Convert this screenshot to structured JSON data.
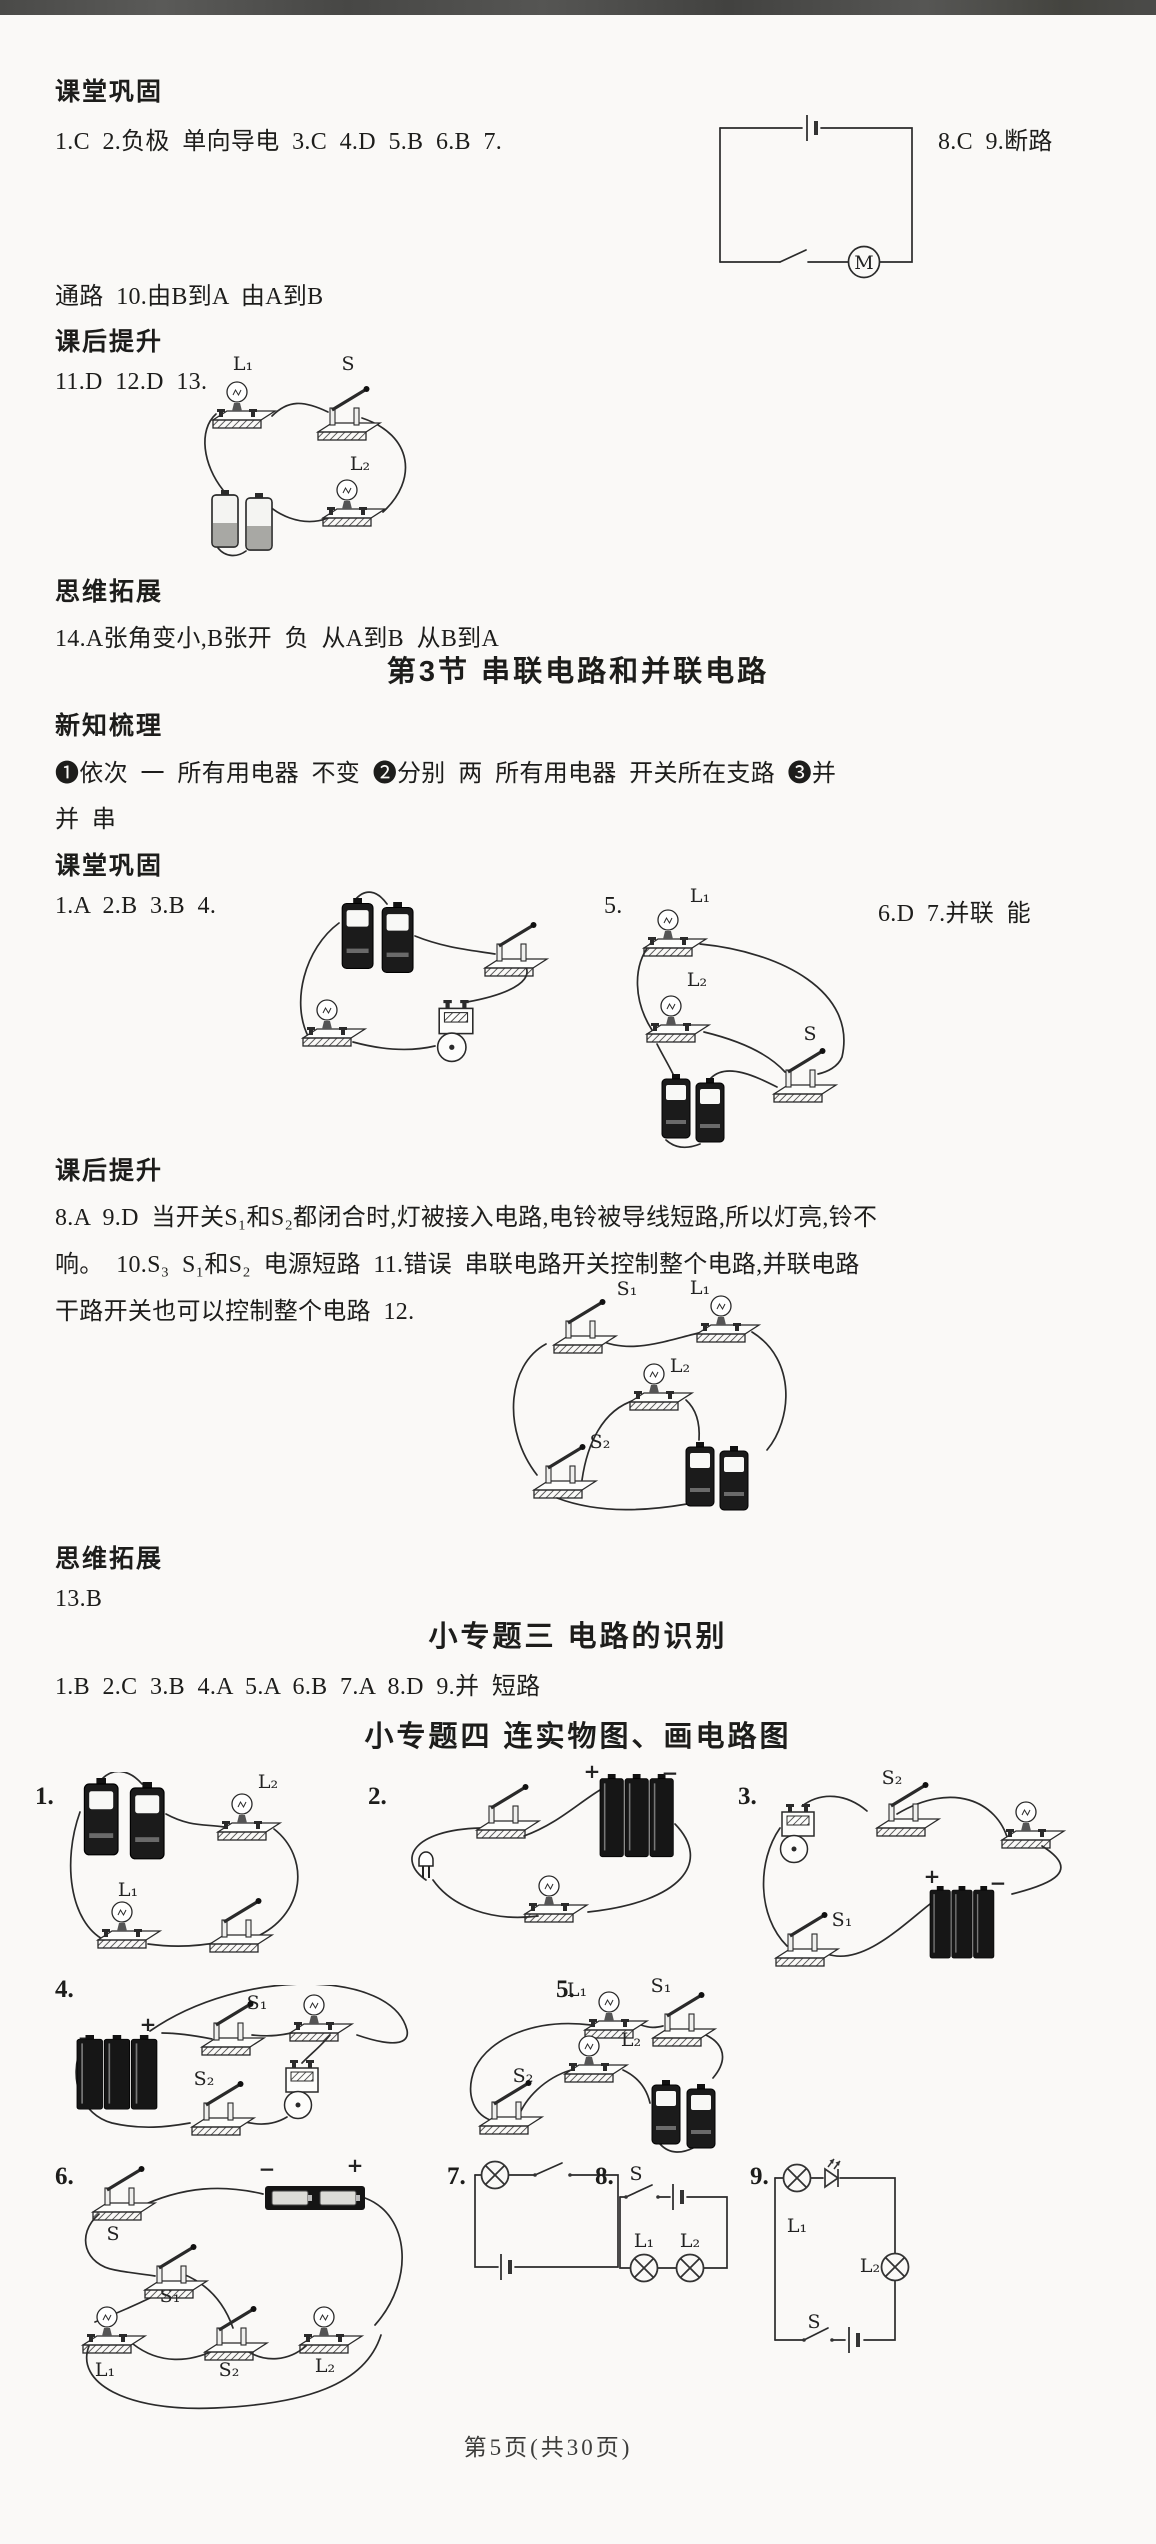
{
  "page": {
    "footer": "第5页(共30页)"
  },
  "sec1": {
    "h_classwork": "课堂巩固",
    "ans1a": "1.C  2.负极  单向导电  3.C  4.D  5.B  6.B  7.",
    "ans1b": "8.C  9.断路",
    "ans2": "通路  10.由B到A  由A到B",
    "h_afterclass": "课后提升",
    "ans3": "11.D  12.D  13.",
    "h_thinking": "思维拓展",
    "ans4": "14.A张角变小,B张开  负  从A到B  从B到A"
  },
  "sec2": {
    "title": "第3节  串联电路和并联电路",
    "h_newknowledge": "新知梳理",
    "know1": "❶依次  一  所有用电器  不变  ❷分别  两  所有用电器  开关所在支路  ❸并",
    "know2": "并  串",
    "h_classwork": "课堂巩固",
    "ans1": "1.A  2.B  3.B  4.",
    "ans1_mid": "5.",
    "ans1_end": "6.D  7.并联  能",
    "h_afterclass": "课后提升",
    "after1": "8.A  9.D  当开关S₁和S₂都闭合时,灯被接入电路,电铃被导线短路,所以灯亮,铃不",
    "after2": "响。  10.S₃  S₁和S₂  电源短路  11.错误  串联电路开关控制整个电路,并联电路",
    "after3": "干路开关也可以控制整个电路  12.",
    "h_thinking": "思维拓展",
    "ans13": "13.B"
  },
  "sec3": {
    "title": "小专题三  电路的识别",
    "answers": "1.B  2.C  3.B  4.A  5.A  6.B  7.A  8.D  9.并  短路"
  },
  "sec4": {
    "title": "小专题四  连实物图、画电路图",
    "nums": [
      "1.",
      "2.",
      "3.",
      "4.",
      "5.",
      "6.",
      "7.",
      "8.",
      "9."
    ]
  },
  "labels": {
    "d7": {
      "motor": "M"
    },
    "d13": {
      "l1": "L₁",
      "s": "S",
      "l2": "L₂"
    },
    "d5": {
      "l1": "L₁",
      "l2": "L₂",
      "s": "S"
    },
    "d12": {
      "s1": "S₁",
      "l1": "L₁",
      "l2": "L₂",
      "s2": "S₂"
    },
    "p1": {
      "l2": "L₂",
      "l1": "L₁"
    },
    "p2": {
      "plus": "+",
      "minus": "−"
    },
    "p3": {
      "s2": "S₂",
      "plus": "+",
      "minus": "−",
      "s1": "S₁"
    },
    "p4": {
      "plus": "+",
      "minus": "−",
      "s1": "S₁",
      "s2": "S₂"
    },
    "p5": {
      "l1": "L₁",
      "s1": "S₁",
      "l2": "L₂",
      "s2": "S₂"
    },
    "p6": {
      "s": "S",
      "minus": "−",
      "plus": "+",
      "s1": "S₁",
      "l1": "L₁",
      "s2": "S₂",
      "l2": "L₂"
    },
    "p8": {
      "s": "S",
      "l1": "L₁",
      "l2": "L₂"
    },
    "p9": {
      "l1": "L₁",
      "l2": "L₂",
      "s": "S"
    }
  }
}
